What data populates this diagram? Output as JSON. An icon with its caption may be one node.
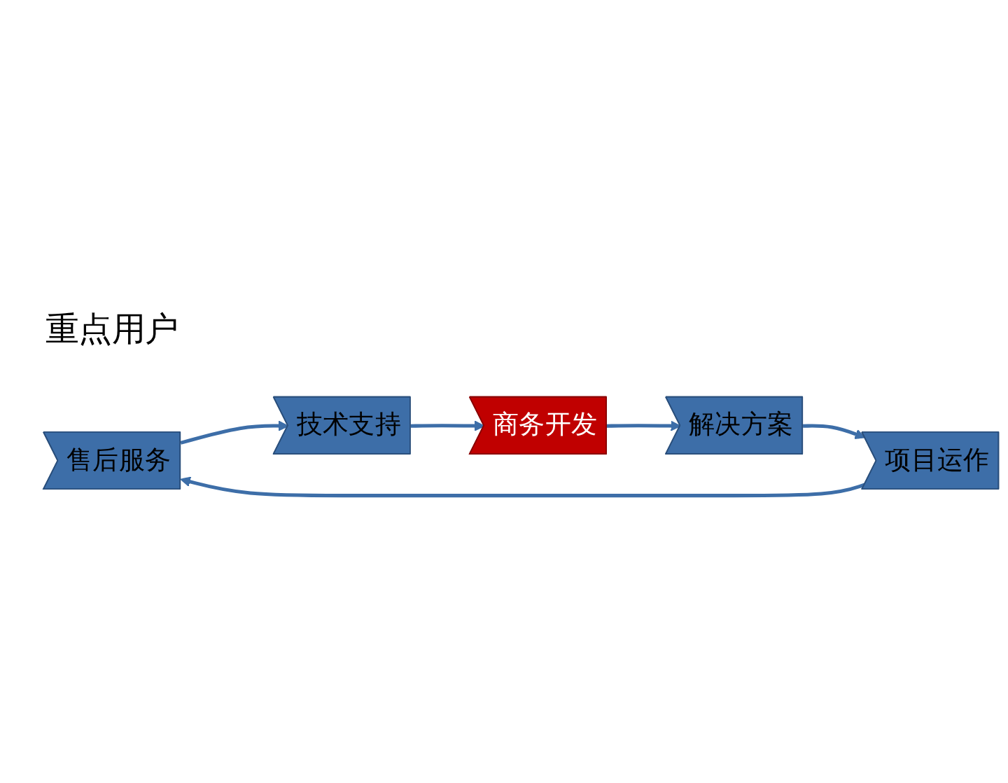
{
  "diagram": {
    "nodes": [
      {
        "text": [
          "重点用户"
        ]
      },
      {
        "text": [
          "售后服务"
        ]
      },
      {
        "text": [
          "技术支持"
        ]
      },
      {
        "text": [
          "商务开发"
        ]
      },
      {
        "text": [
          "解决方案"
        ]
      },
      {
        "text": [
          "项目运作"
        ]
      }
    ],
    "edges": [
      {
        "from": 1,
        "to": 2,
        "arrow": "to"
      },
      {
        "from": 2,
        "to": 3,
        "arrow": "to"
      },
      {
        "from": 3,
        "to": 4,
        "arrow": "to"
      },
      {
        "from": 4,
        "to": 5,
        "arrow": "to"
      },
      {
        "from": 5,
        "to": 1,
        "arrow": "to"
      }
    ]
  }
}
